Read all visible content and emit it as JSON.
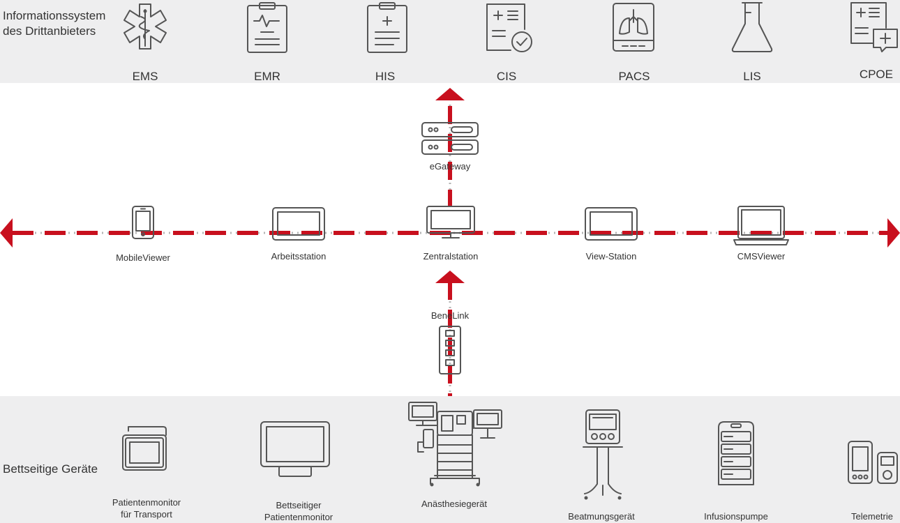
{
  "third_party_label_line1": "Informationssystem",
  "third_party_label_line2": "des Drittanbieters",
  "bedside_label": "Bettseitige Geräte",
  "systems": [
    {
      "label": "EMS",
      "icon": "caduceus-icon"
    },
    {
      "label": "EMR",
      "icon": "clipboard-ecg-icon"
    },
    {
      "label": "HIS",
      "icon": "clipboard-plus-icon"
    },
    {
      "label": "CIS",
      "icon": "document-check-icon"
    },
    {
      "label": "PACS",
      "icon": "lung-xray-icon"
    },
    {
      "label": "LIS",
      "icon": "flask-icon"
    },
    {
      "label": "CPOE",
      "icon": "order-entry-icon"
    }
  ],
  "gateway": {
    "label": "eGateway",
    "icon": "server-icon"
  },
  "network_nodes": [
    {
      "label": "MobileViewer",
      "icon": "smartphone-icon"
    },
    {
      "label": "Arbeitsstation",
      "icon": "monitor-icon"
    },
    {
      "label": "Zentralstation",
      "icon": "desktop-monitor-icon"
    },
    {
      "label": "View-Station",
      "icon": "monitor-icon"
    },
    {
      "label": "CMSViewer",
      "icon": "laptop-icon"
    }
  ],
  "benelink": {
    "label": "BeneLink",
    "icon": "benelink-module-icon"
  },
  "devices": [
    {
      "line1": "Patientenmonitor",
      "line2": "für Transport",
      "icon": "transport-monitor-icon"
    },
    {
      "line1": "Bettseitiger",
      "line2": "Patientenmonitor",
      "icon": "bedside-monitor-icon"
    },
    {
      "line1": "Anästhesiegerät",
      "line2": "",
      "icon": "anesthesia-machine-icon"
    },
    {
      "line1": "Beatmungsgerät",
      "line2": "",
      "icon": "ventilator-icon"
    },
    {
      "line1": "Infusionspumpe",
      "line2": "",
      "icon": "infusion-pump-icon"
    },
    {
      "line1": "Telemetrie",
      "line2": "",
      "icon": "telemetry-icon"
    }
  ],
  "colors": {
    "link": "#c8101e",
    "band": "#eeeeef",
    "icon": "#555555"
  }
}
